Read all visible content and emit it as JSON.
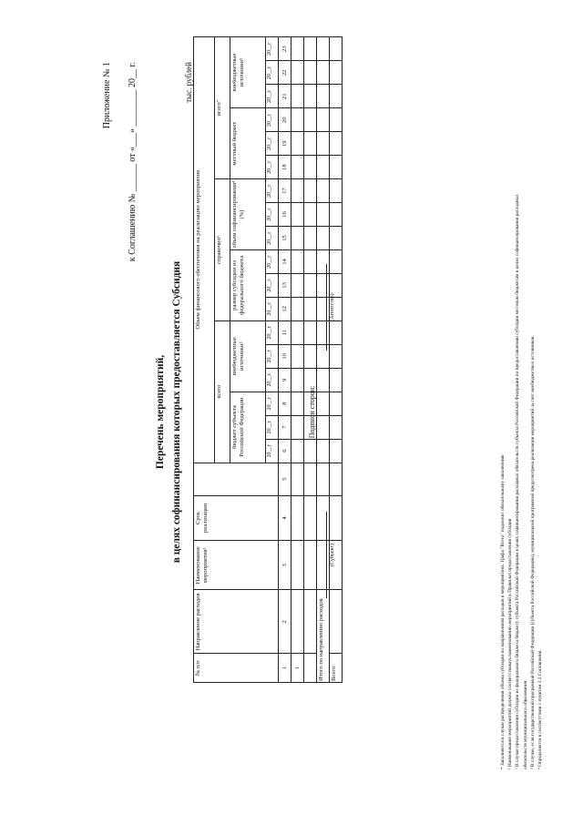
{
  "header": {
    "appendix": "Приложение № 1",
    "agreement": "к Соглашению № ______ от «___» ________ 20__ г."
  },
  "title": {
    "line1": "Перечень мероприятий,",
    "line2": "в целях софинансирования которых предоставляется Субсидия"
  },
  "units": "тыс. рублей",
  "table": {
    "col_no": "№ п/п",
    "col_direction": "Направление расходов",
    "col_event": "Наименование мероприятия²",
    "col_term": "Срок реализации",
    "col_volume": "Объем финансового обеспечения на реализацию мероприятия",
    "col_total": "всего",
    "col_reference": "справочно⁶",
    "col_total_by_sources": "всего⁷",
    "col_budget_subject": "бюджет субъекта Российской Федерации",
    "col_offbudget_a": "внебюджетные источники³",
    "col_federal_subsidy": "размер субсидии из федерального бюджета",
    "col_cofin_level": "объем софинансирования⁴ (%)",
    "col_local_budget": "местный бюджет",
    "col_offbudget_b": "внебюджетные источники⁵",
    "year": "20__г",
    "col_numbers": [
      "1",
      "2",
      "3",
      "4",
      "5",
      "6",
      "7",
      "8",
      "9",
      "10",
      "11",
      "12",
      "13",
      "14",
      "15",
      "16",
      "17",
      "18",
      "19",
      "20",
      "21",
      "22",
      "23"
    ],
    "row1_no": "1",
    "total_by_direction": "Итого по направлению расходов",
    "total": "Всего:"
  },
  "signatures": {
    "title": "Подписи сторон:",
    "left": "(Субъект)",
    "right": "(Агентство)"
  },
  "notes": [
    "* Заполняется в случае распределения объема субсидии по направлениям расходов в мероприятиях. Графа \"Всего\" подлежит обязательному заполнению",
    "¹ Наименование мероприятий должно соответствовать наименованию мероприятий в Правилах предоставления субсидии",
    "² В случае предоставления субсидии из федерального бюджета бюджету субъекта Российской Федерации в целях софинансирования расходных обязательств субъекта Российской Федерации по предоставлению субсидии местным бюджетам в целях софинансирования расходных",
    "обязательств муниципального образования.",
    "³ В случае, если государственной программой Российской Федерации (субъекта Российской Федерации), муниципальной программой предусмотрена реализация мероприятий за счет внебюджетных источников.",
    "⁴ Определяется в соответствии с пунктом 2.2 Соглашения."
  ]
}
